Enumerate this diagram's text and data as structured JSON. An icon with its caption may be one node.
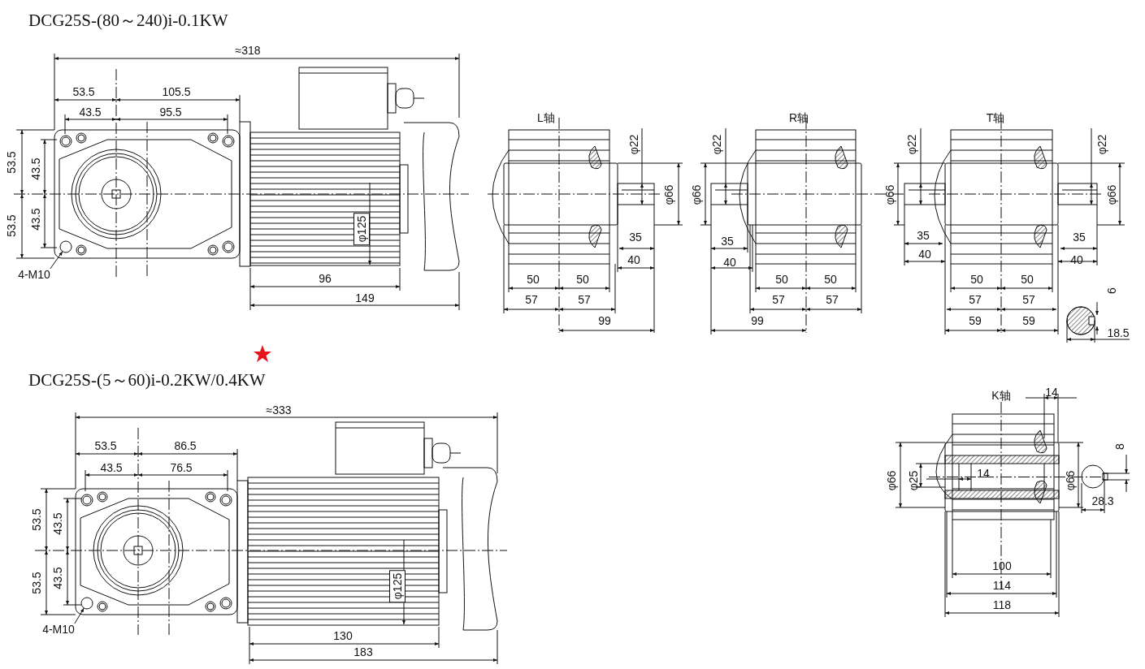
{
  "diagram": {
    "nodes": [
      {
        "text": [
          "4-M10"
        ]
      },
      {
        "text": [],
        "shape": "circle"
      },
      {
        "text": [
          "4-M10"
        ]
      },
      {
        "text": [],
        "shape": "circle"
      }
    ],
    "edges": [
      {
        "from": 0,
        "to": 1,
        "arrow": "to"
      },
      {
        "from": 2,
        "to": 3,
        "arrow": "to"
      }
    ],
    "labels": [
      "DCG25S-(80～240)i-0.1KW",
      "≈318",
      "53.5",
      "105.5",
      "43.5",
      "95.5",
      "L轴",
      "R轴",
      "T轴",
      "φ22",
      "φ22",
      "φ22",
      "φ22",
      "53.5",
      "43.5",
      "φ66",
      "φ66",
      "φ66",
      "φ66",
      "53.5",
      "43.5",
      "φ125",
      "35",
      "35",
      "35",
      "35",
      "40",
      "40",
      "40",
      "40",
      "96",
      "50",
      "50",
      "50",
      "50",
      "50",
      "50",
      "6",
      "149",
      "57",
      "57",
      "57",
      "57",
      "57",
      "57",
      "99",
      "99",
      "59",
      "59",
      "18.5",
      "DCG25S-(5～60)i-0.2KW/0.4KW",
      "14",
      "K轴",
      "≈333",
      "53.5",
      "86.5",
      "8",
      "43.5",
      "76.5",
      "14",
      "φ66",
      "φ25",
      "φ66",
      "28.3",
      "53.5",
      "43.5",
      "53.5",
      "43.5",
      "100",
      "φ125",
      "114",
      "118",
      "130",
      "183"
    ]
  }
}
